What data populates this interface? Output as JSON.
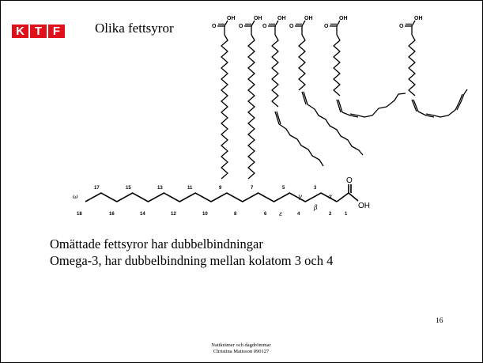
{
  "logo": {
    "letters": [
      "K",
      "T",
      "F"
    ]
  },
  "title": "Olika fettsyror",
  "structures": {
    "group_label": "OH",
    "acid_oxygen": "O"
  },
  "chain": {
    "omega_symbol": "ω",
    "greek": [
      "ε",
      "γ",
      "β",
      "α"
    ],
    "carbon_numbers": [
      "18",
      "16",
      "14",
      "12",
      "10",
      "8",
      "6",
      "4",
      "2",
      "1"
    ],
    "top_numbers": [
      "17",
      "15",
      "13",
      "11",
      "9",
      "7",
      "5",
      "3"
    ],
    "carbonyl_o": "O",
    "hydroxyl": "OH"
  },
  "body": {
    "line1": "Omättade fettsyror har dubbelbindningar",
    "line2": "Omega-3, har dubbelbindning mellan kolatom 3 och 4"
  },
  "slide_number": "16",
  "footer": {
    "line1": "Nattkrämer och dagdrömmar",
    "line2": "Christina Mattsson 090127"
  }
}
